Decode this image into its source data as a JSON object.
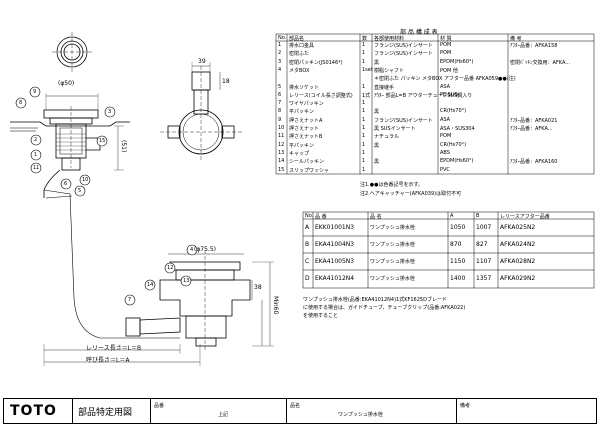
{
  "parts_table": {
    "title": "部 品 構 成 表",
    "headers": [
      "No.",
      "部品名",
      "数",
      "各部使用材料",
      "材 質",
      "備 考"
    ],
    "rows": [
      {
        "no": "1",
        "name": "排水口金具",
        "qty": "1",
        "detail": "フランジ(SUS)インサート",
        "material": "POM",
        "note": "ｱﾌﾀｰ品番：AFKA158"
      },
      {
        "no": "2",
        "name": "密閉ふた",
        "qty": "1",
        "detail": "フランジ(SUS)インサート",
        "material": "POM",
        "note": ""
      },
      {
        "no": "3",
        "name": "密閉パッキン(JS0146*)",
        "qty": "1",
        "detail": "黒",
        "material": "EPDM(Hs60°)",
        "note": "密閉ﾊﾟｯｷﾝ交換用：AFKA..."
      },
      {
        "no": "4",
        "name": "メタBOX",
        "qty": "1set",
        "detail": "樹脂シャフト",
        "material": "POM 他",
        "note": ""
      },
      {
        "no": "",
        "name": "",
        "qty": "",
        "detail": "＊密閉ふた パッキン メタBOX アフター品番 AFKA059●●(注)",
        "material": "",
        "note": ""
      },
      {
        "no": "5",
        "name": "排水ソケット",
        "qty": "1",
        "detail": "直接継手",
        "material": "ASA",
        "note": ""
      },
      {
        "no": "6",
        "name": "レリース(コイル長さ調整式)",
        "qty": "1式",
        "detail": "ｱｳﾀｰ 部品L=B アウターチューブSUS鋼入り",
        "material": "PE.SUS",
        "note": ""
      },
      {
        "no": "7",
        "name": "ワイヤパッキン",
        "qty": "1",
        "detail": "",
        "material": "",
        "note": ""
      },
      {
        "no": "8",
        "name": "平パッキン",
        "qty": "1",
        "detail": "黒",
        "material": "CR(Hs70°)",
        "note": ""
      },
      {
        "no": "9",
        "name": "押さえナットA",
        "qty": "1",
        "detail": "フランジ(SUS)インサート",
        "material": "ASA",
        "note": "ｱﾌﾀｰ品番：AFKA021"
      },
      {
        "no": "10",
        "name": "押さえナット",
        "qty": "1",
        "detail": "黒 SUSインサート",
        "material": "ASA・SUS304",
        "note": "ｱﾌﾀｰ品番：AFKA..."
      },
      {
        "no": "11",
        "name": "押さえナットB",
        "qty": "1",
        "detail": "ナチュラル",
        "material": "POM",
        "note": ""
      },
      {
        "no": "12",
        "name": "平パッキン",
        "qty": "1",
        "detail": "黒",
        "material": "CR(Hs70°)",
        "note": ""
      },
      {
        "no": "13",
        "name": "キャップ",
        "qty": "1",
        "detail": "",
        "material": "ABS",
        "note": ""
      },
      {
        "no": "14",
        "name": "シールパッキン",
        "qty": "1",
        "detail": "黒",
        "material": "EPDM(Hs60°)",
        "note": "ｱﾌﾀｰ品番：AFKA160"
      },
      {
        "no": "15",
        "name": "スリップワッシャ",
        "qty": "1",
        "detail": "",
        "material": "PVC",
        "note": ""
      }
    ],
    "notes": [
      "注1.●●は色番記号を示す。",
      "注2.ヘアキャッチャー(AFKA039)は取付不可"
    ]
  },
  "variant_table": {
    "headers": [
      "No.",
      "品 番",
      "品 名",
      "A",
      "B",
      "レリースアフター品番"
    ],
    "rows": [
      {
        "no": "A",
        "code": "EKK01001N3",
        "name": "ワンプッシュ排水栓",
        "a": "1050",
        "b": "1007",
        "after": "AFKA025N2"
      },
      {
        "no": "B",
        "code": "EKA41004N3",
        "name": "ワンプッシュ排水栓",
        "a": "870",
        "b": "827",
        "after": "AFKA024N2"
      },
      {
        "no": "C",
        "code": "EKA41005N3",
        "name": "ワンプッシュ排水栓",
        "a": "1150",
        "b": "1107",
        "after": "AFKA028N2"
      },
      {
        "no": "D",
        "code": "EKA41012N4",
        "name": "ワンプッシュ排水栓",
        "a": "1400",
        "b": "1357",
        "after": "AFKA029N2"
      }
    ]
  },
  "remark": {
    "line1": "ワンプッシュ排水栓(品番:EKA41012N4)1式KF1625Dブレード",
    "line2": "に使用する場合は、ガイドチューブ、チューブクリップ(品番:AFKA022)",
    "line3": "を使用すること"
  },
  "drawing": {
    "dim_phi50": "(φ50)",
    "dim_39": "39",
    "dim_18": "18",
    "dim_51": "(51)",
    "dim_phi755": "(φ75.5)",
    "dim_38": "38",
    "dim_min60": "Min60",
    "release_len": "レリース長さ＝L＝B",
    "call_len": "呼び長さ＝L＝A",
    "callouts": [
      "9",
      "8",
      "2",
      "1",
      "11",
      "15",
      "10",
      "3",
      "5",
      "6",
      "7",
      "12",
      "13",
      "14",
      "4"
    ]
  },
  "title_block": {
    "brand": "TOTO",
    "doc_type": "部品特定用図",
    "label_code": "品番",
    "value_code": "上記",
    "label_name": "品名",
    "value_name": "ワンプッシュ排水栓",
    "label_note": "備考"
  }
}
